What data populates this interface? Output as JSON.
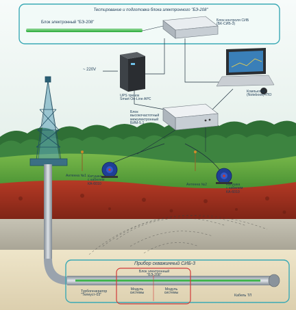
{
  "colors": {
    "sky": "#eef6f3",
    "forest_dark": "#1f5a2a",
    "forest_light": "#4f9a3c",
    "soil_red": "#a5301f",
    "rock_gray": "#b7b4a6",
    "sand": "#e6dcc0",
    "pipe": "#9aa3ad",
    "box_border": "#3aa9b5",
    "red_frame": "#d23a3a",
    "cable_green": "#3cb34a"
  },
  "top_panel": {
    "title": "Тестирование и подготовка блока электронного \"БЭ-208\"",
    "be_label": "Блок электронный \"БЭ-208\"",
    "bk_label_line1": "Блок контроля СИБ",
    "bk_label_line2": "(БК-СИБ-3)"
  },
  "equipment": {
    "voltage": "~ 220V",
    "ups_line1": "UPS тренок",
    "ups_line2": "Smart On-Line APC",
    "computer_line1": "Компьютер",
    "computer_line2": "(Notebook)+ПО",
    "bim_line1": "Блок",
    "bim_line2": "высокочастотный",
    "bim_line3": "межэлектронный",
    "bim_line4": "БИМ-5.1"
  },
  "field": {
    "antenna1": "Антенна №1",
    "antenna2": "Антенна №2",
    "coil1_line1": "Катушка",
    "coil1_line2": "с кабелем",
    "coil1_line3": "КА-6010",
    "coil2_line1": "Катушка",
    "coil2_line2": "с кабелем",
    "coil2_line3": "КА-6010"
  },
  "downhole": {
    "device_title": "Прибор скважинный СИБ-3",
    "be_line1": "Блок электронный",
    "be_line2": "\"БЭ-208\"",
    "turbo_line1": "Турбогенератор",
    "turbo_line2": "\"Телеуст-03\"",
    "module1": "Модуль\nсистемы",
    "module2": "Модуль\nсистемы",
    "cable": "Кабель ТЛ"
  }
}
